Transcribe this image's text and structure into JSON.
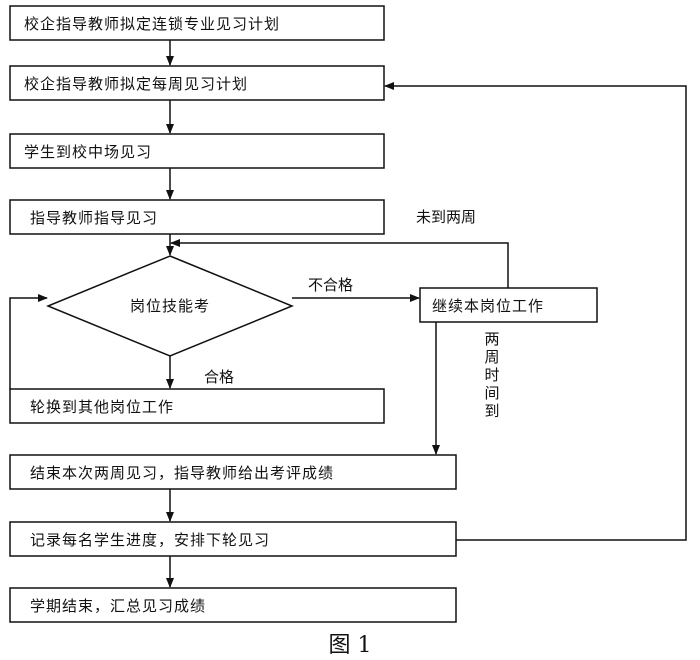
{
  "boxes": {
    "plan_major": "校企指导教师拟定连锁专业见习计划",
    "plan_weekly": "校企指导教师拟定每周见习计划",
    "student_arrive": "学生到校中场见习",
    "teacher_guide": "指导教师指导见习",
    "rotate": "轮换到其他岗位工作",
    "end_two_weeks": "结束本次两周见习，指导教师给出考评成绩",
    "record_progress": "记录每名学生进度，安排下轮见习",
    "term_end": "学期结束，汇总见习成绩"
  },
  "decision": {
    "label": "岗位技能考"
  },
  "continue_box": "继续本岗位工作",
  "edge_labels": {
    "fail": "不合格",
    "pass": "合格",
    "not_two_weeks": "未到两周",
    "two_weeks_up": [
      "两",
      "周",
      "时",
      "间",
      "到"
    ]
  },
  "caption": "图 1"
}
